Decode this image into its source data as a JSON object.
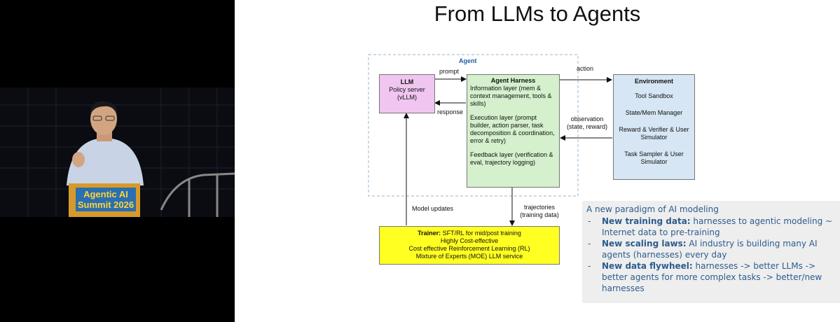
{
  "slide": {
    "title": "From LLMs to Agents",
    "agent_group_label": "Agent",
    "llm": {
      "title": "LLM",
      "lines": [
        "Policy server",
        "(vLLM)"
      ]
    },
    "harness": {
      "title": "Agent Harness",
      "information": "Information layer (mem & context management, tools & skills)",
      "execution": "Execution layer (prompt builder, action parser, task decomposition & coordination, error & retry)",
      "feedback": "Feedback layer (verification & eval, trajectory logging)"
    },
    "environment": {
      "title": "Environment",
      "items": [
        "Tool Sandbox",
        "State/Mem Manager",
        "Reward & Verifier & User Simulator",
        "Task Sampler & User Simulator"
      ]
    },
    "trainer": {
      "title": "Trainer:",
      "title_rest": " SFT/RL for mid/post training",
      "lines": [
        "Highly Cost-effective",
        "Cost effective Reinforcement Learning (RL)",
        "Mixture of Experts (MOE) LLM service"
      ]
    },
    "edges": {
      "prompt": "prompt",
      "response": "response",
      "action": "action",
      "observation": "observation",
      "observation_detail": "(state, reward)",
      "trajectories": "trajectories",
      "trajectories_detail": "(training data)",
      "model_updates": "Model updates"
    },
    "note": {
      "title": "A new paradigm of AI modeling",
      "items": [
        {
          "bold": "New training data:",
          "text": " harnesses to agentic modeling ~ Internet data to pre-training"
        },
        {
          "bold": "New scaling laws:",
          "text": " AI industry is building many AI agents (harnesses) every day"
        },
        {
          "bold": "New data flywheel:",
          "text": " harnesses -> better LLMs -> better agents for more complex tasks -> better/new harnesses"
        }
      ]
    },
    "colors": {
      "llm": "#f0c6f0",
      "harness": "#d4f0cc",
      "environment": "#d6e6f4",
      "trainer": "#ffff22",
      "note": "#2b5c8f"
    }
  },
  "stage": {
    "podium_sign": [
      "Agentic AI",
      "Summit 2026"
    ]
  }
}
